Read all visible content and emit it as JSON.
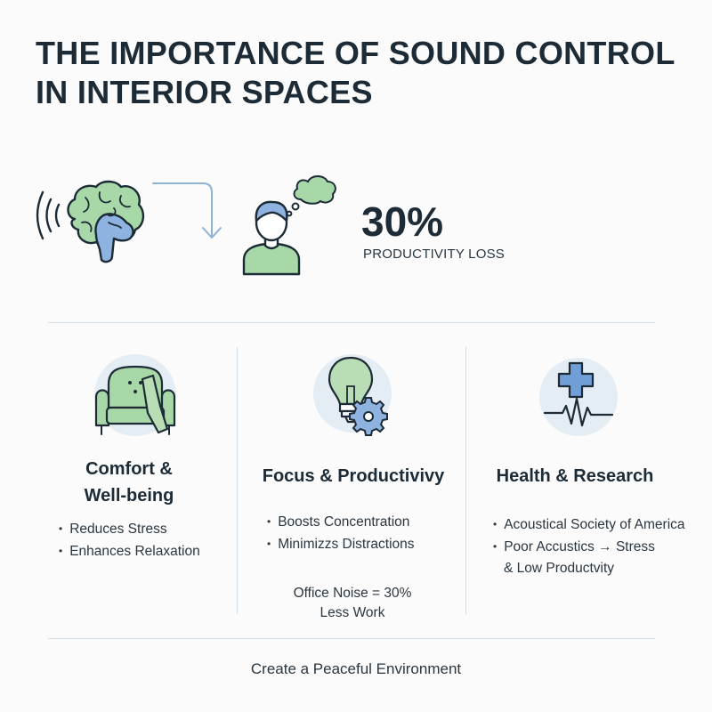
{
  "header": {
    "title": "THE IMPORTANCE OF SOUND CONTROL IN INTERIOR SPACES"
  },
  "hero": {
    "icons": [
      "sound-waves-icon",
      "brain-icon",
      "arrow-icon",
      "person-icon",
      "thought-bubble-icon"
    ],
    "stat_value": "30%",
    "stat_label": "PRODUCTIVITY LOSS"
  },
  "columns": [
    {
      "icon": "armchair-icon",
      "title_line1": "Comfort &",
      "title_line2": "Well-being",
      "bullets": [
        "Reduces Stress",
        "Enhances Relaxation"
      ]
    },
    {
      "icon": "lightbulb-gear-icon",
      "title": "Focus & Productivivy",
      "bullets": [
        "Boosts Concentration",
        "Minimizzs Distractions"
      ],
      "note_line1": "Office Noise = 30%",
      "note_line2": "Less Work"
    },
    {
      "icon": "medical-cross-heartbeat-icon",
      "title": "Health & Research",
      "bullets": [
        "Acoustical Society of America",
        "Poor Accustics → Stress"
      ],
      "bullet_continuation": "& Low Productvity"
    }
  ],
  "footer": {
    "tagline": "Create a Peaceful Environment"
  },
  "colors": {
    "text": "#1c2b36",
    "accent_blue": "#7fa8d6",
    "accent_green": "#a9d8a8",
    "divider": "#cfdde6",
    "icon_circle": "#e4edf3"
  }
}
